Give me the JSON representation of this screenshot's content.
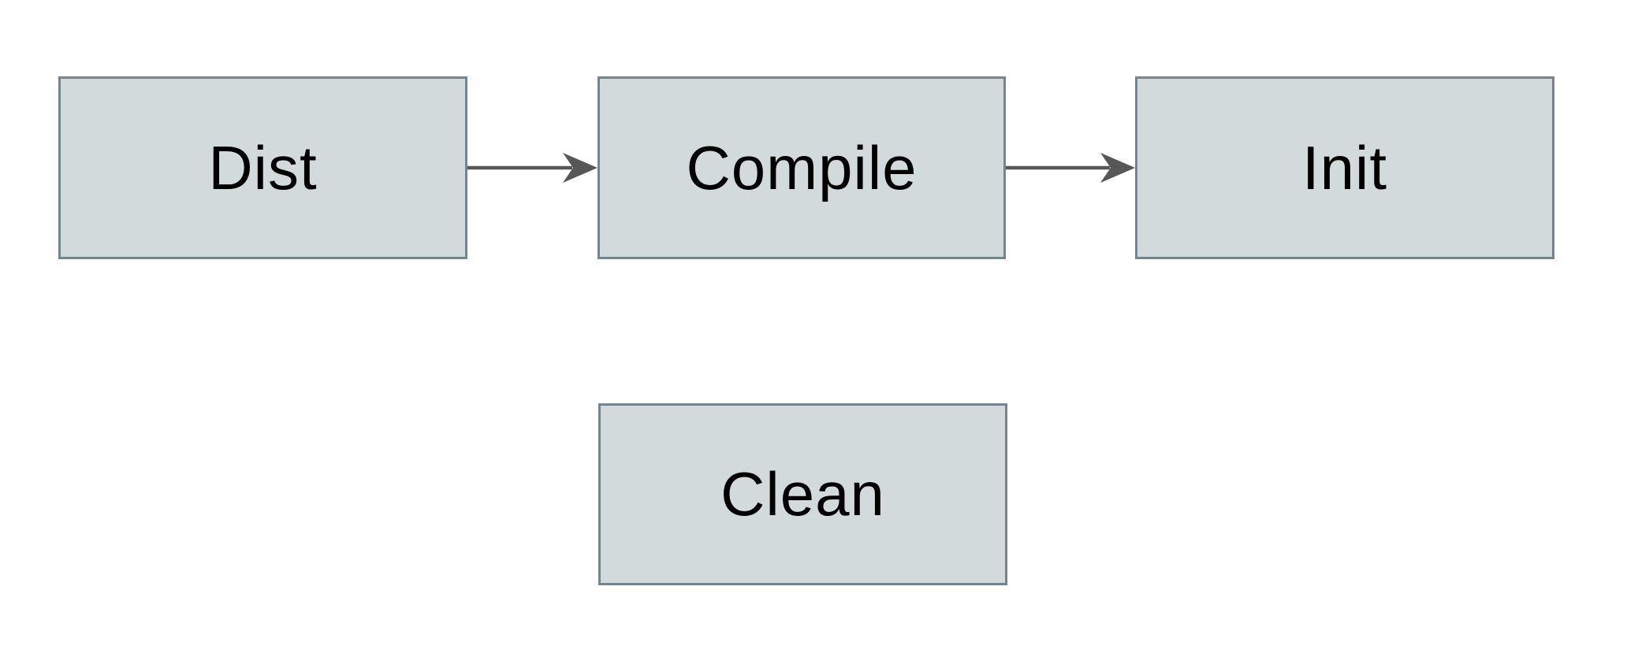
{
  "colors": {
    "node-fill": "#d3dadc",
    "node-border": "#73858f",
    "arrow-color": "#575757",
    "text-color": "#000000",
    "canvas-bg": "#ffffff"
  },
  "diagram": {
    "type": "flowchart",
    "nodes": [
      {
        "id": "dist",
        "label": "Dist"
      },
      {
        "id": "compile",
        "label": "Compile"
      },
      {
        "id": "init",
        "label": "Init"
      },
      {
        "id": "clean",
        "label": "Clean"
      }
    ],
    "edges": [
      {
        "from": "dist",
        "to": "compile",
        "style": "solid-arrow"
      },
      {
        "from": "compile",
        "to": "init",
        "style": "solid-arrow"
      }
    ]
  }
}
